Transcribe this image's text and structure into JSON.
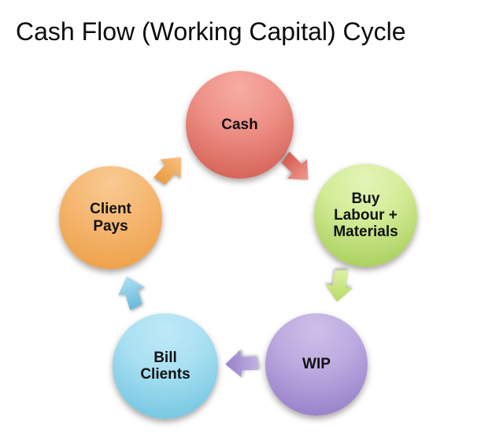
{
  "title": "Cash Flow (Working Capital) Cycle",
  "cycle": {
    "nodes": [
      {
        "id": "cash",
        "label": "Cash",
        "color_top": "#f4a29a",
        "color_bottom": "#cf574b"
      },
      {
        "id": "buy",
        "label": "Buy\nLabour +\nMaterials",
        "color_top": "#ddf2ab",
        "color_bottom": "#9fc84e"
      },
      {
        "id": "wip",
        "label": "WIP",
        "color_top": "#c5b5e4",
        "color_bottom": "#8f77c4"
      },
      {
        "id": "bill",
        "label": "Bill\nClients",
        "color_top": "#b4e4f4",
        "color_bottom": "#69c0dd"
      },
      {
        "id": "pays",
        "label": "Client\nPays",
        "color_top": "#f8c285",
        "color_bottom": "#ec9c40"
      }
    ],
    "arrows": [
      {
        "from": "Cash",
        "to": "Buy Labour + Materials",
        "direction": "down-right",
        "color": "#d5594d"
      },
      {
        "from": "Buy Labour + Materials",
        "to": "WIP",
        "direction": "down",
        "color": "#abd35b"
      },
      {
        "from": "WIP",
        "to": "Bill Clients",
        "direction": "left",
        "color": "#9780ca"
      },
      {
        "from": "Bill Clients",
        "to": "Client Pays",
        "direction": "up",
        "color": "#66b9da"
      },
      {
        "from": "Client Pays",
        "to": "Cash",
        "direction": "up-right",
        "color": "#eb9a3e"
      }
    ]
  }
}
